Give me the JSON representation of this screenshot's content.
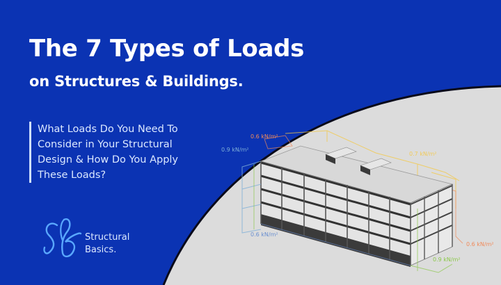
{
  "title": {
    "line1": "The 7 Types of Loads",
    "line2": "on Structures & Buildings."
  },
  "question": {
    "lines": [
      "What Loads Do You Need To",
      "Consider in Your Structural",
      "Design & How Do You Apply",
      "These Loads?"
    ]
  },
  "brand": {
    "logo_icon": "sb-monogram-icon",
    "line1": "Structural",
    "line2": "Basics."
  },
  "illustration": {
    "description": "3D building model with applied wind/surface loads",
    "load_labels": [
      {
        "text": "0.6 kN/m²",
        "color": "#f08a5a",
        "position": "top-left"
      },
      {
        "text": "0.9 kN/m²",
        "color": "#7fb0d8",
        "position": "left"
      },
      {
        "text": "0.7 kN/m²",
        "color": "#f5c842",
        "position": "top-right"
      },
      {
        "text": "0.6 kN/m²",
        "color": "#6a8fd0",
        "position": "bottom-left"
      },
      {
        "text": "0.6 kN/m²",
        "color": "#f08a5a",
        "position": "bottom-right"
      },
      {
        "text": "0.9 kN/m²",
        "color": "#8cc84b",
        "position": "bottom-right-lower"
      }
    ]
  },
  "colors": {
    "background_blue": "#0b33b3",
    "panel_gray": "#dcdcdc",
    "text_white": "#ffffff",
    "text_light_blue": "#dbe8ff",
    "logo_blue": "#5aa8ff"
  }
}
